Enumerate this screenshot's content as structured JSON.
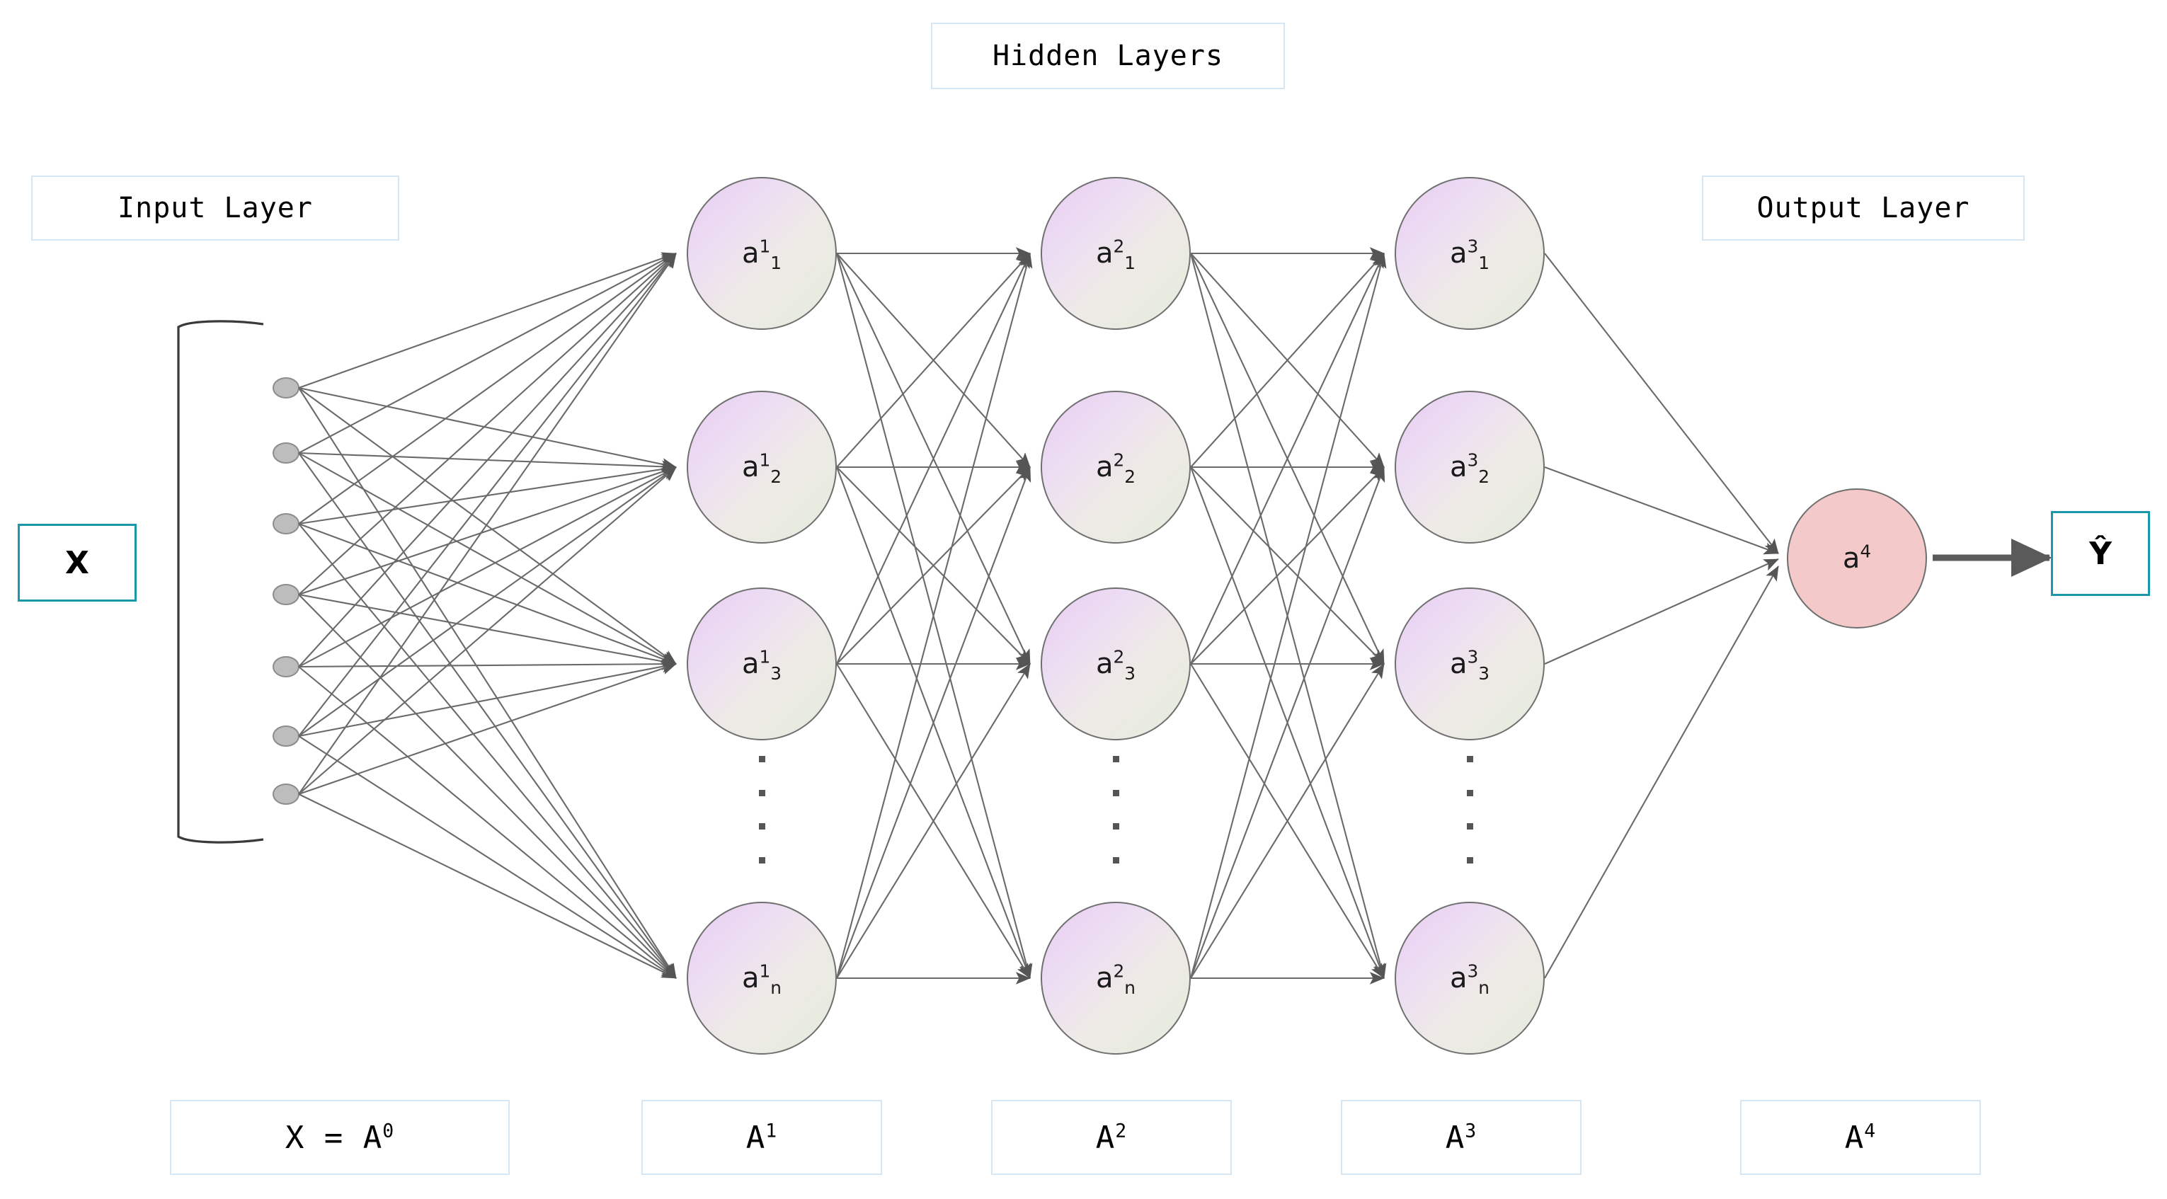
{
  "diagram": {
    "title_labels": {
      "hidden": "Hidden Layers",
      "input": "Input Layer",
      "output": "Output Layer"
    },
    "io_boxes": {
      "input_matrix": "X",
      "output_prediction": "Ŷ"
    },
    "bottom_labels": [
      {
        "text": "X = A⁰",
        "base": "X = A",
        "exp": "0"
      },
      {
        "text": "A¹",
        "base": "A",
        "exp": "1"
      },
      {
        "text": "A²",
        "base": "A",
        "exp": "2"
      },
      {
        "text": "A³",
        "base": "A",
        "exp": "3"
      },
      {
        "text": "A⁴",
        "base": "A",
        "exp": "4"
      }
    ],
    "input_nodes_count": 7,
    "hidden_layers": [
      {
        "layer_index": "1",
        "neurons": [
          {
            "base": "a",
            "sup": "1",
            "sub": "1"
          },
          {
            "base": "a",
            "sup": "1",
            "sub": "2"
          },
          {
            "base": "a",
            "sup": "1",
            "sub": "3"
          },
          {
            "base": "a",
            "sup": "1",
            "sub": "n"
          }
        ]
      },
      {
        "layer_index": "2",
        "neurons": [
          {
            "base": "a",
            "sup": "2",
            "sub": "1"
          },
          {
            "base": "a",
            "sup": "2",
            "sub": "2"
          },
          {
            "base": "a",
            "sup": "2",
            "sub": "3"
          },
          {
            "base": "a",
            "sup": "2",
            "sub": "n"
          }
        ]
      },
      {
        "layer_index": "3",
        "neurons": [
          {
            "base": "a",
            "sup": "3",
            "sub": "1"
          },
          {
            "base": "a",
            "sup": "3",
            "sub": "2"
          },
          {
            "base": "a",
            "sup": "3",
            "sub": "3"
          },
          {
            "base": "a",
            "sup": "3",
            "sub": "n"
          }
        ]
      }
    ],
    "output_neuron": {
      "base": "a",
      "sup": "4"
    },
    "colors": {
      "label_box_border": "#d6e6f2",
      "teal_border": "#1b97ab",
      "neuron_gradient_start": "#e8ccf2",
      "neuron_gradient_end": "#e4ecdc",
      "neuron_border": "#707070",
      "output_neuron_fill": "#f3c9ca",
      "edge": "#555555",
      "input_node_fill": "#bdbdbd",
      "background": "#ffffff"
    }
  }
}
